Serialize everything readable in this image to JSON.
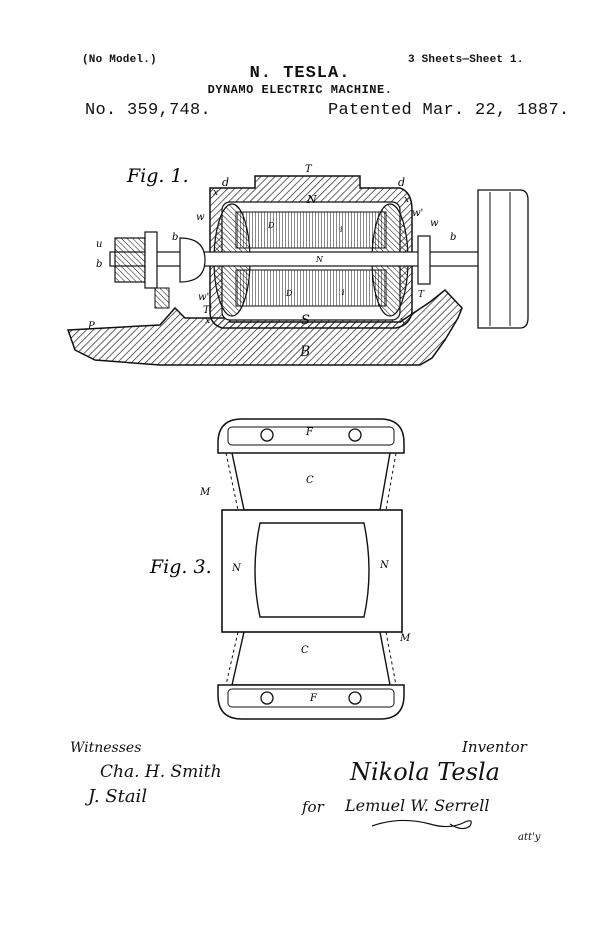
{
  "header": {
    "model_note": "(No Model.)",
    "sheets": "3 Sheets—Sheet 1.",
    "inventor_name": "N. TESLA.",
    "title": "DYNAMO ELECTRIC MACHINE.",
    "patent_number": "No. 359,748.",
    "patented_date": "Patented Mar. 22, 1887."
  },
  "fig1": {
    "label": "Fig. 1.",
    "refs": {
      "T": "T",
      "d": "d",
      "x": "x",
      "w": "w",
      "w_prime": "w'",
      "u": "u",
      "b": "b",
      "N": "N",
      "D": "D",
      "i": "i",
      "S": "S",
      "T_prime": "T'",
      "P": "P",
      "B": "B"
    }
  },
  "fig3": {
    "label": "Fig. 3.",
    "refs": {
      "F": "F",
      "C": "C",
      "M": "M",
      "N": "N"
    }
  },
  "signatures": {
    "witnesses_label": "Witnesses",
    "witness_1": "Cha. H. Smith",
    "witness_2": "J. Stail",
    "inventor_label": "Inventor",
    "inventor_signature": "Nikola Tesla",
    "attorney_prefix": "for",
    "attorney_signature": "Lemuel W. Serrell",
    "attorney_suffix": "att'y"
  }
}
